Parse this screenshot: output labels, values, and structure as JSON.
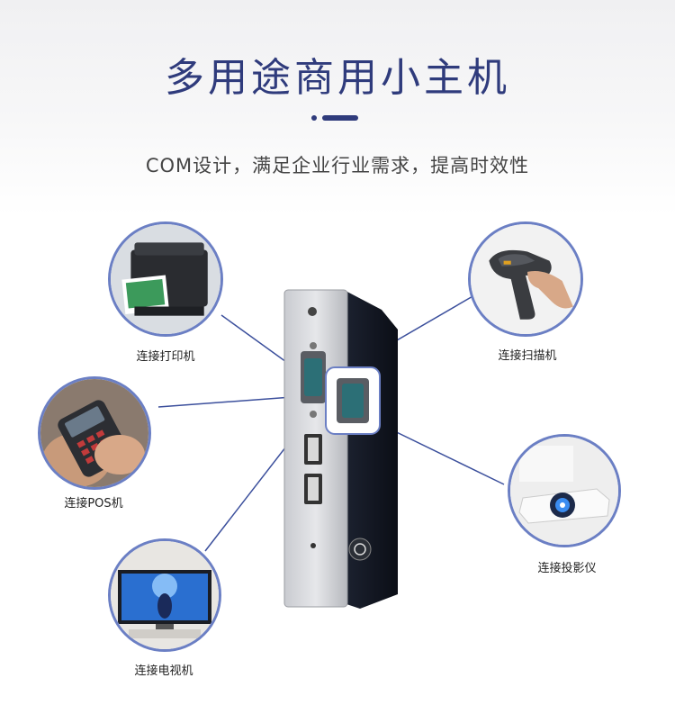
{
  "header": {
    "title": "多用途商用小主机",
    "subtitle": "COM设计，满足企业行业需求，提高时效性"
  },
  "devices": {
    "printer": "连接打印机",
    "pos": "连接POS机",
    "tv": "连接电视机",
    "scanner": "连接扫描机",
    "projector": "连接投影仪"
  },
  "colors": {
    "accent": "#2f3b7c",
    "circle_border": "#6b7fc4",
    "connector_line": "#3b4f9c"
  }
}
